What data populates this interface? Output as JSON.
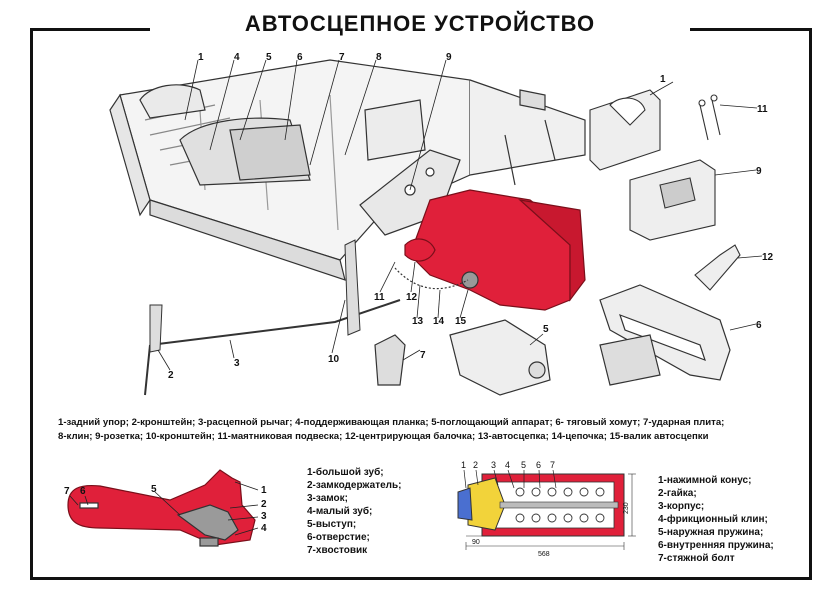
{
  "title": "АВТОСЦЕПНОЕ  УСТРОЙСТВО",
  "main_callouts": [
    "1",
    "4",
    "5",
    "6",
    "7",
    "8",
    "9",
    "1",
    "11",
    "9",
    "12",
    "6",
    "5",
    "7",
    "10",
    "11",
    "12",
    "13",
    "14",
    "15",
    "2",
    "3"
  ],
  "caption_line1": "1-задний упор; 2-кронштейн; 3-расцепной рычаг; 4-поддерживающая планка; 5-поглощающий аппарат; 6- тяговый хомут; 7-ударная плита;",
  "caption_line2": "8-клин; 9-розетка; 10-кронштейн; 11-маятниковая подвеска;  12-центрирующая балочка;  13-автосцепка;  14-цепочка;  15-валик автосцепки",
  "coupler_callouts": [
    "7",
    "6",
    "5",
    "1",
    "2",
    "3",
    "4"
  ],
  "coupler_legend": [
    "1-большой зуб;",
    "2-замкодержатель;",
    "3-замок;",
    "4-малый зуб;",
    "5-выступ;",
    "6-отверстие;",
    "7-хвостовик"
  ],
  "absorber_callouts": [
    "1",
    "2",
    "3",
    "4",
    "5",
    "6",
    "7"
  ],
  "absorber_dims": {
    "width": "568",
    "offset": "90",
    "height": "230"
  },
  "absorber_legend": [
    "1-нажимной конус;",
    "2-гайка;",
    "3-корпус;",
    "4-фрикционный клин;",
    "5-наружная пружина;",
    "6-внутренняя пружина;",
    "7-стяжной болт"
  ],
  "colors": {
    "accent_red": "#e0203a",
    "gray": "#9a9a9a",
    "yellow": "#f2d33a",
    "ink": "#111111"
  }
}
